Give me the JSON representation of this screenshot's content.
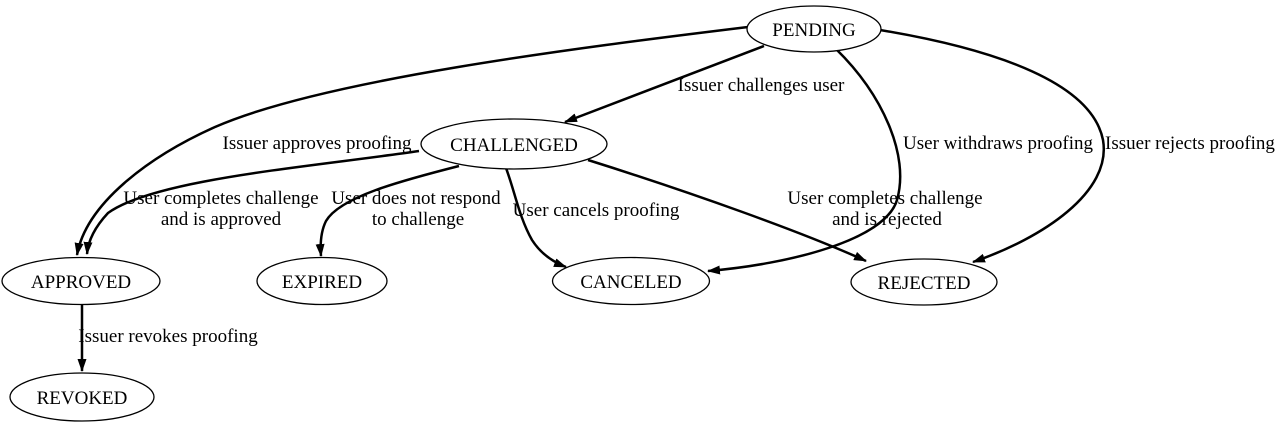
{
  "diagram": {
    "kind": "state-machine",
    "colors": {
      "background": "#ffffff",
      "stroke": "#000000",
      "text": "#000000"
    },
    "states": [
      {
        "id": "pending",
        "label": "PENDING"
      },
      {
        "id": "challenged",
        "label": "CHALLENGED"
      },
      {
        "id": "approved",
        "label": "APPROVED"
      },
      {
        "id": "expired",
        "label": "EXPIRED"
      },
      {
        "id": "canceled",
        "label": "CANCELED"
      },
      {
        "id": "rejected",
        "label": "REJECTED"
      },
      {
        "id": "revoked",
        "label": "REVOKED"
      }
    ],
    "transitions": [
      {
        "from": "PENDING",
        "to": "CHALLENGED",
        "label_lines": [
          "Issuer challenges user"
        ]
      },
      {
        "from": "PENDING",
        "to": "APPROVED",
        "label_lines": [
          "Issuer approves proofing"
        ]
      },
      {
        "from": "PENDING",
        "to": "CANCELED",
        "label_lines": [
          "User withdraws proofing"
        ]
      },
      {
        "from": "PENDING",
        "to": "REJECTED",
        "label_lines": [
          "Issuer rejects proofing"
        ]
      },
      {
        "from": "CHALLENGED",
        "to": "APPROVED",
        "label_lines": [
          "User completes challenge",
          "and is approved"
        ]
      },
      {
        "from": "CHALLENGED",
        "to": "EXPIRED",
        "label_lines": [
          "User does not respond",
          "to challenge"
        ]
      },
      {
        "from": "CHALLENGED",
        "to": "CANCELED",
        "label_lines": [
          "User cancels proofing"
        ]
      },
      {
        "from": "CHALLENGED",
        "to": "REJECTED",
        "label_lines": [
          "User completes challenge",
          "and is rejected"
        ]
      },
      {
        "from": "APPROVED",
        "to": "REVOKED",
        "label_lines": [
          "Issuer revokes proofing"
        ]
      }
    ]
  }
}
